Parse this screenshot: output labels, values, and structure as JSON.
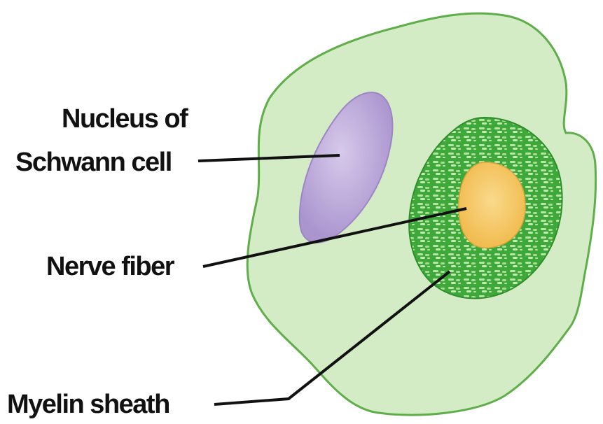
{
  "diagram": {
    "labels": {
      "nucleus_line1": "Nucleus of",
      "nucleus_line2": "Schwann cell",
      "nerve_fiber": "Nerve fiber",
      "myelin_sheath": "Myelin sheath"
    },
    "colors": {
      "cell_fill": "#d3ecc6",
      "cell_outline": "#5fae4a",
      "nucleus_fill": "#b9a4d8",
      "myelin_fill": "#3fa83a",
      "myelin_pattern": "#b8e6a6",
      "axon_fill": "#f4c563",
      "leader_line": "#111111"
    }
  }
}
